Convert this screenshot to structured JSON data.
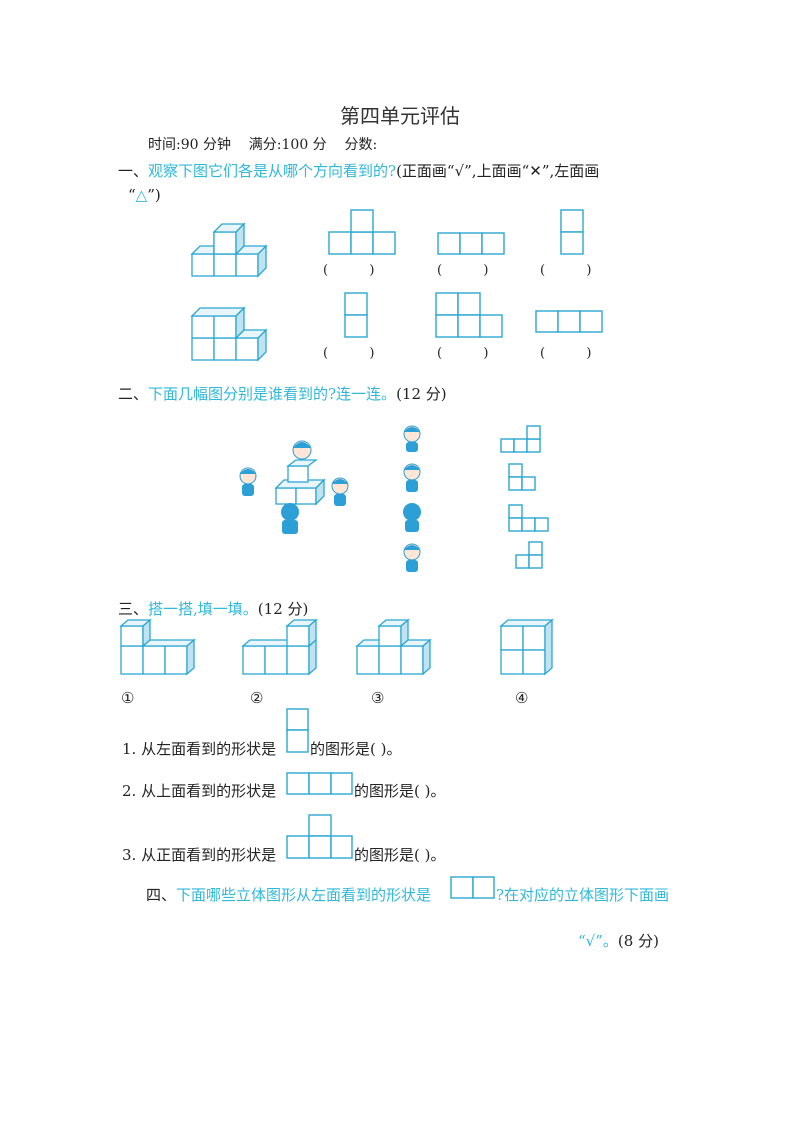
{
  "title": "第四单元评估",
  "meta": "时间:90 分钟    满分:100 分    分数:",
  "q1": {
    "num": "一、",
    "prompt": "观察下图它们各是从哪个方向看到的?",
    "instruction": "(正面画“√”,上面画“✕”,左面画",
    "instruction2_open": "“",
    "instruction2_mark": "△",
    "instruction2_close": "”)",
    "paren": "(          )"
  },
  "q2": {
    "num": "二、",
    "prompt": "下面几幅图分别是谁看到的?连一连。",
    "score": "(12 分)"
  },
  "q3": {
    "num": "三、",
    "prompt": "搭一搭,填一填。",
    "score": "(12 分)",
    "labels": [
      "①",
      "②",
      "③",
      "④"
    ],
    "sub1_a": "1.  从左面看到的形状是",
    "sub1_b": "的图形是(       )。",
    "sub2_a": "2.  从上面看到的形状是",
    "sub2_b": "的图形是(       )。",
    "sub3_a": "3.  从正面看到的形状是",
    "sub3_b": "的图形是(       )。"
  },
  "q4": {
    "num": "四、",
    "prompt_a": "下面哪些立体图形从左面看到的形状是",
    "prompt_b": "?在对应的立体图形下面画",
    "prompt_c": "“√”",
    "prompt_d": "。",
    "score": "(8 分)"
  },
  "colors": {
    "accent": "#2fb8d8",
    "cube_stroke": "#2aa7d1"
  }
}
